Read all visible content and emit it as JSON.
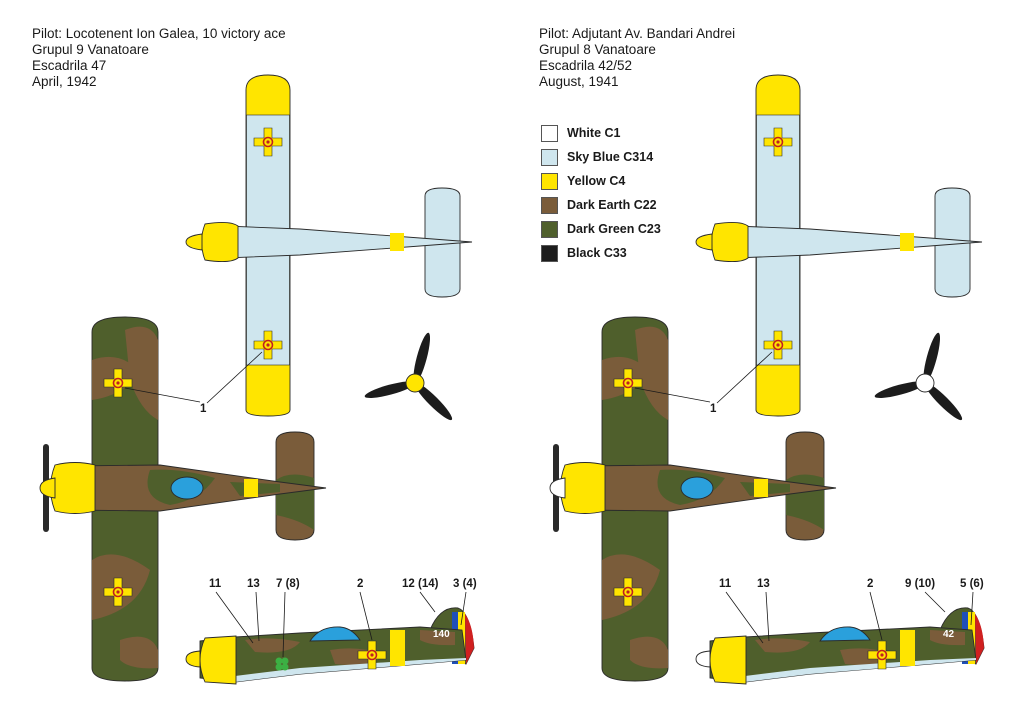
{
  "aircraft": [
    {
      "info": [
        "Pilot: Locotenent Ion Galea, 10 victory ace",
        "Grupul 9 Vanatoare",
        "Escadrila 47",
        "April, 1942"
      ],
      "tail_code": "140",
      "wing_callout": "1",
      "callouts": [
        "11",
        "13",
        "7 (8)",
        "2",
        "12 (14)",
        "3 (4)"
      ]
    },
    {
      "info": [
        "Pilot: Adjutant Av. Bandari Andrei",
        "Grupul 8 Vanatoare",
        "Escadrila 42/52",
        "August, 1941"
      ],
      "tail_code": "42",
      "wing_callout": "1",
      "callouts": [
        "11",
        "13",
        "2",
        "9 (10)",
        "5 (6)"
      ]
    }
  ],
  "legend": [
    {
      "label": "White C1",
      "color": "#ffffff"
    },
    {
      "label": "Sky Blue C314",
      "color": "#cfe6ee"
    },
    {
      "label": "Yellow C4",
      "color": "#ffe500"
    },
    {
      "label": "Dark Earth C22",
      "color": "#7a5c3a"
    },
    {
      "label": "Dark Green C23",
      "color": "#4f5f2c"
    },
    {
      "label": "Black C33",
      "color": "#1c1c1c"
    }
  ]
}
